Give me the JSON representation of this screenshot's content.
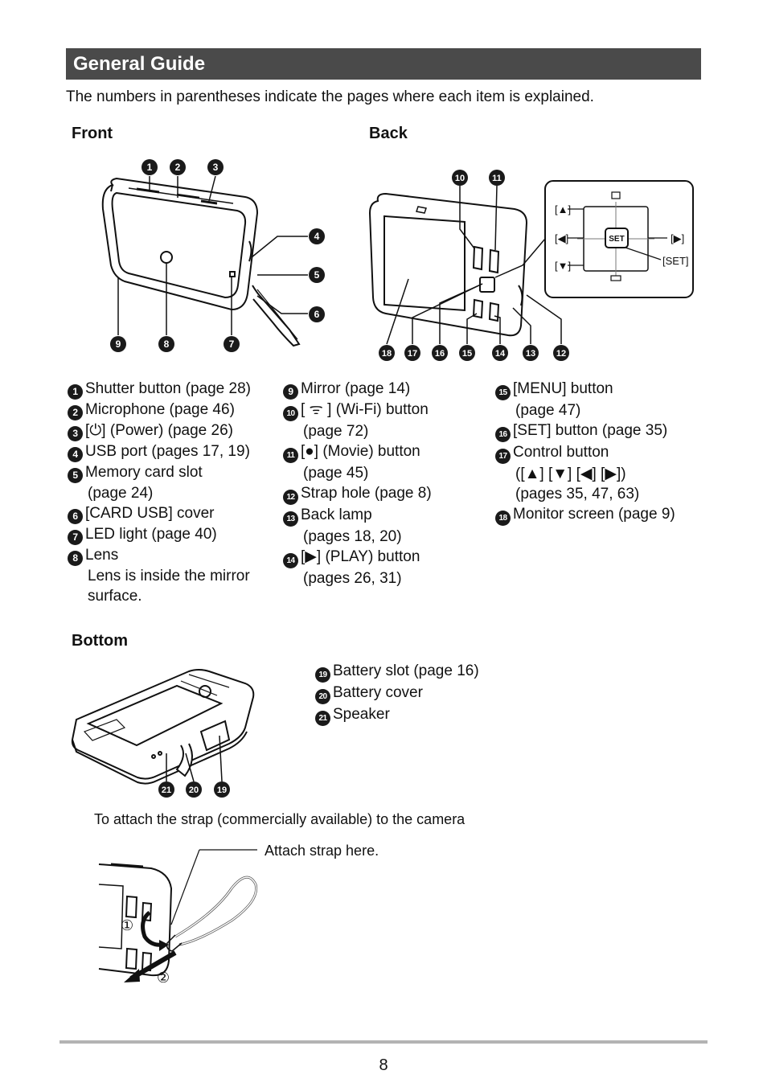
{
  "header": {
    "title": "General Guide",
    "intro": "The numbers in parentheses indicate the pages where each item is explained."
  },
  "sections": {
    "front": "Front",
    "back": "Back",
    "bottom": "Bottom"
  },
  "callouts": {
    "front": [
      "1",
      "2",
      "3",
      "4",
      "5",
      "6",
      "7",
      "8",
      "9"
    ],
    "back": [
      "10",
      "11",
      "12",
      "13",
      "14",
      "15",
      "16",
      "17",
      "18"
    ],
    "bottom": [
      "21",
      "20",
      "19"
    ]
  },
  "inset_labels": {
    "up": "[▲]",
    "left": "[◀]",
    "down": "[▼]",
    "right": "[▶]",
    "set_btn": "SET",
    "set_label": "[SET]"
  },
  "legend": {
    "col1": [
      {
        "n": "1",
        "lines": [
          "Shutter button (page 28)"
        ]
      },
      {
        "n": "2",
        "lines": [
          "Microphone (page 46)"
        ]
      },
      {
        "n": "3",
        "lines": [
          "[⏻] (Power) (page 26)"
        ]
      },
      {
        "n": "4",
        "lines": [
          "USB port (pages 17, 19)"
        ]
      },
      {
        "n": "5",
        "lines": [
          "Memory card slot",
          "(page 24)"
        ]
      },
      {
        "n": "6",
        "lines": [
          "[CARD USB] cover"
        ]
      },
      {
        "n": "7",
        "lines": [
          "LED light (page 40)"
        ]
      },
      {
        "n": "8",
        "lines": [
          "Lens",
          "Lens is inside the mirror",
          "surface."
        ]
      }
    ],
    "col2": [
      {
        "n": "9",
        "lines": [
          "Mirror (page 14)"
        ]
      },
      {
        "n": "10",
        "lines": [
          "[ ᯤ ] (Wi-Fi) button",
          "(page 72)"
        ]
      },
      {
        "n": "11",
        "lines": [
          "[●] (Movie) button",
          "(page 45)"
        ]
      },
      {
        "n": "12",
        "lines": [
          "Strap hole (page 8)"
        ]
      },
      {
        "n": "13",
        "lines": [
          "Back lamp",
          "(pages 18, 20)"
        ]
      },
      {
        "n": "14",
        "lines": [
          "[▶] (PLAY) button",
          "(pages 26, 31)"
        ]
      }
    ],
    "col3": [
      {
        "n": "15",
        "lines": [
          "[MENU] button",
          "(page 47)"
        ]
      },
      {
        "n": "16",
        "lines": [
          "[SET] button (page 35)"
        ]
      },
      {
        "n": "17",
        "lines": [
          "Control button",
          "([▲] [▼] [◀] [▶])",
          "(pages 35, 47, 63)"
        ]
      },
      {
        "n": "18",
        "lines": [
          "Monitor screen (page 9)"
        ]
      }
    ],
    "bottom": [
      {
        "n": "19",
        "lines": [
          "Battery slot (page 16)"
        ]
      },
      {
        "n": "20",
        "lines": [
          "Battery cover"
        ]
      },
      {
        "n": "21",
        "lines": [
          "Speaker"
        ]
      }
    ]
  },
  "strap": {
    "caption": "To attach the strap (commercially available) to the camera",
    "attach_label": "Attach strap here.",
    "step1": "①",
    "step2": "②"
  },
  "footer": {
    "page_number": "8"
  }
}
